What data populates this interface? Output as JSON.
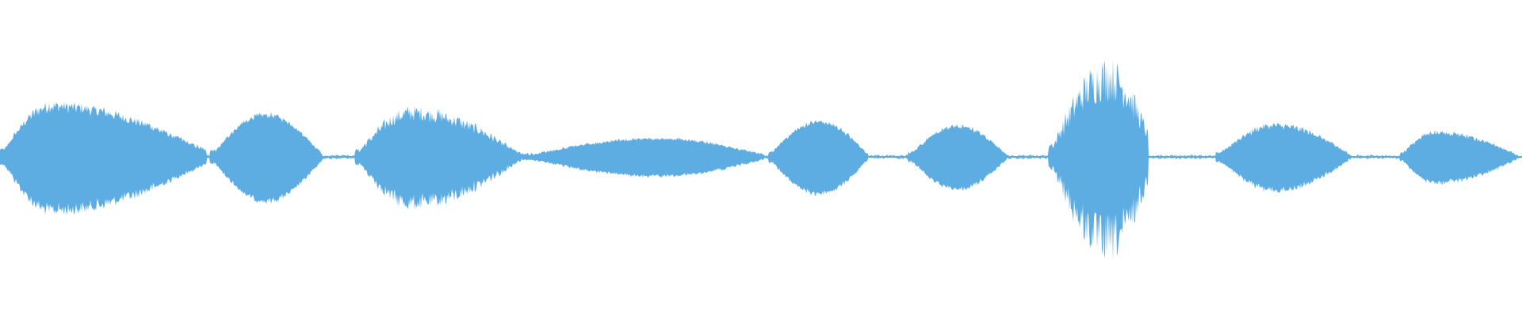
{
  "waveform": {
    "color": "#5dade2",
    "segments": [
      {
        "start": 0.0,
        "end": 0.136,
        "attack": 0.25,
        "peak": 0.58,
        "noise": 0.12,
        "taper": 0.12
      },
      {
        "start": 0.138,
        "end": 0.212,
        "attack": 0.5,
        "peak": 0.48,
        "noise": 0.06,
        "taper": 0.05
      },
      {
        "start": 0.233,
        "end": 0.343,
        "attack": 0.35,
        "peak": 0.5,
        "noise": 0.18,
        "taper": 0.05
      },
      {
        "start": 0.343,
        "end": 0.505,
        "attack": 0.55,
        "peak": 0.21,
        "noise": 0.05,
        "taper": 0.05
      },
      {
        "start": 0.505,
        "end": 0.571,
        "attack": 0.5,
        "peak": 0.4,
        "noise": 0.07,
        "taper": 0.05
      },
      {
        "start": 0.597,
        "end": 0.662,
        "attack": 0.5,
        "peak": 0.35,
        "noise": 0.07,
        "taper": 0.05
      },
      {
        "start": 0.689,
        "end": 0.755,
        "attack": 0.6,
        "peak": 0.9,
        "noise": 0.3,
        "taper": 0.25
      },
      {
        "start": 0.799,
        "end": 0.888,
        "attack": 0.45,
        "peak": 0.36,
        "noise": 0.1,
        "taper": 0.05
      },
      {
        "start": 0.92,
        "end": 1.0,
        "attack": 0.3,
        "peak": 0.28,
        "noise": 0.08,
        "taper": 0.0
      }
    ],
    "baseline_level": 0.012
  }
}
